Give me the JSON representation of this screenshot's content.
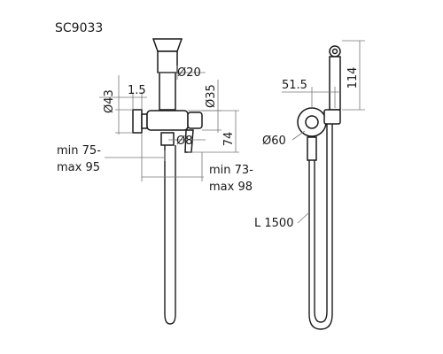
{
  "model_code": "SC9033",
  "dimensions": {
    "spray_head_diameter": "Ø20",
    "wall_flange_diameter": "Ø43",
    "flange_offset": "1.5",
    "valve_body_diameter": "Ø35",
    "handle_diameter": "Ø8",
    "valve_height": "74",
    "depth_min_line1": "min 75-",
    "depth_max_line1": "max 95",
    "depth_min_line2": "min 73-",
    "depth_max_line2": "max 98",
    "holder_offset": "51.5",
    "holder_height": "114",
    "holder_diameter": "Ø60",
    "hose_length": "L 1500"
  }
}
